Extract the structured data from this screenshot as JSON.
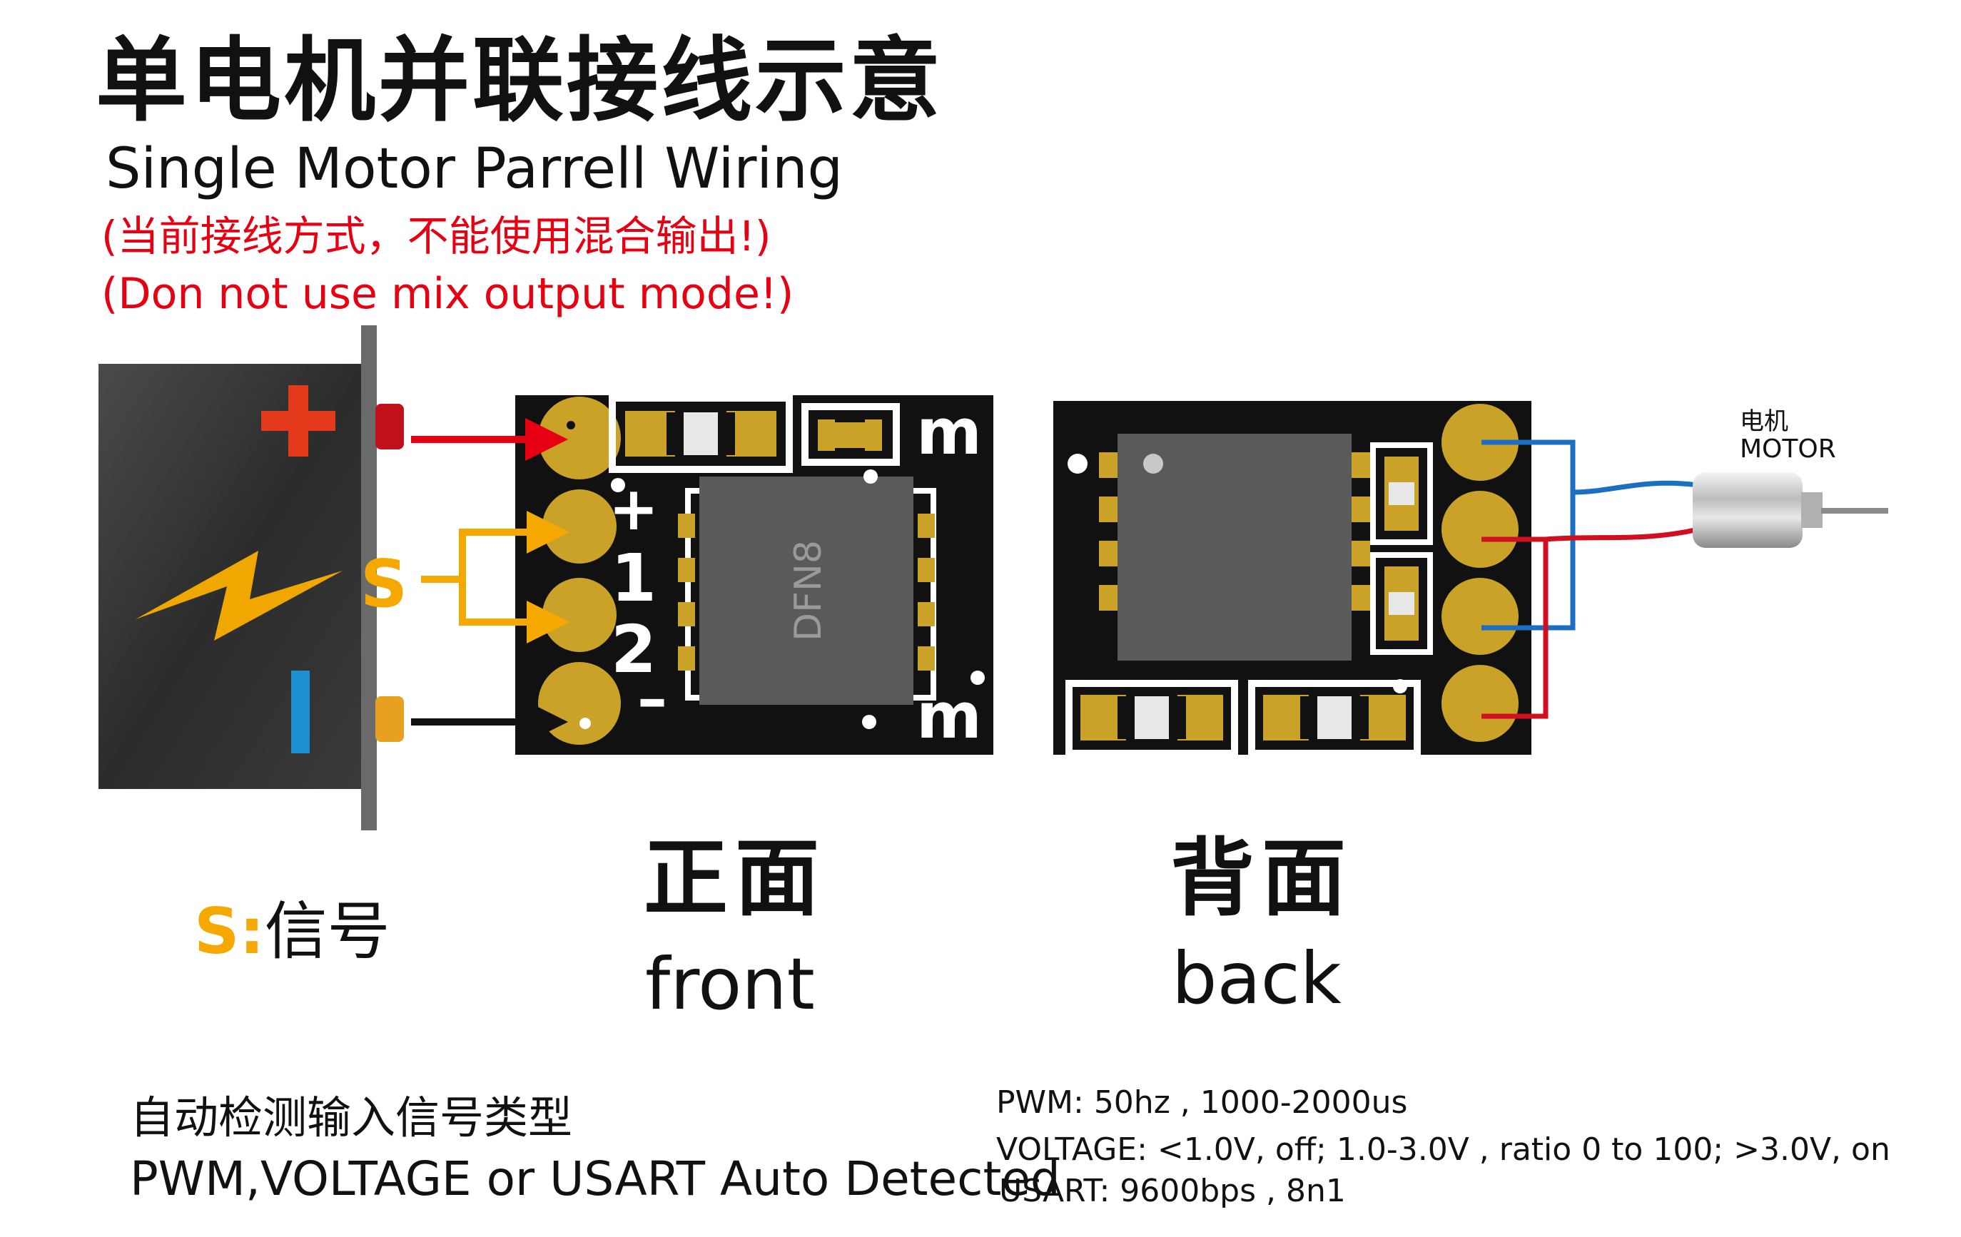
{
  "title": {
    "zh": "单电机并联接线示意",
    "en": "Single Motor Parrell Wiring",
    "warning_zh": "(当前接线方式，不能使用混合输出!)",
    "warning_en": "(Don not use mix output mode!)"
  },
  "battery": {
    "plus_symbol": "+",
    "minus_symbol": "–"
  },
  "signal_label": "S",
  "legend": {
    "s_key": "S:",
    "s_desc": "信号"
  },
  "front_board": {
    "pad_labels": [
      "+",
      "1",
      "2",
      "–"
    ],
    "chip_label": "DFN8",
    "corner_mark": "m",
    "caption_zh": "正面",
    "caption_en": "front"
  },
  "back_board": {
    "caption_zh": "背面",
    "caption_en": "back"
  },
  "motor": {
    "label_zh": "电机",
    "label_en": "MOTOR"
  },
  "footer": {
    "auto_zh": "自动检测输入信号类型",
    "auto_en": "PWM,VOLTAGE or USART Auto Detected",
    "spec_pwm": "PWM: 50hz , 1000-2000us",
    "spec_voltage": "VOLTAGE:  <1.0V, off; 1.0-3.0V , ratio 0 to 100; >3.0V, on",
    "spec_usart": "USART:  9600bps , 8n1"
  },
  "colors": {
    "warning_red": "#e60012",
    "signal_yellow": "#f5a800",
    "pad_gold": "#c9a227",
    "pcb_black": "#111111",
    "wire_blue": "#1a6fc0",
    "wire_red": "#d01020",
    "battery_minus_blue": "#1e90d0"
  },
  "icons": {
    "battery": "battery-icon",
    "lightning": "lightning-icon",
    "motor": "motor-icon"
  }
}
